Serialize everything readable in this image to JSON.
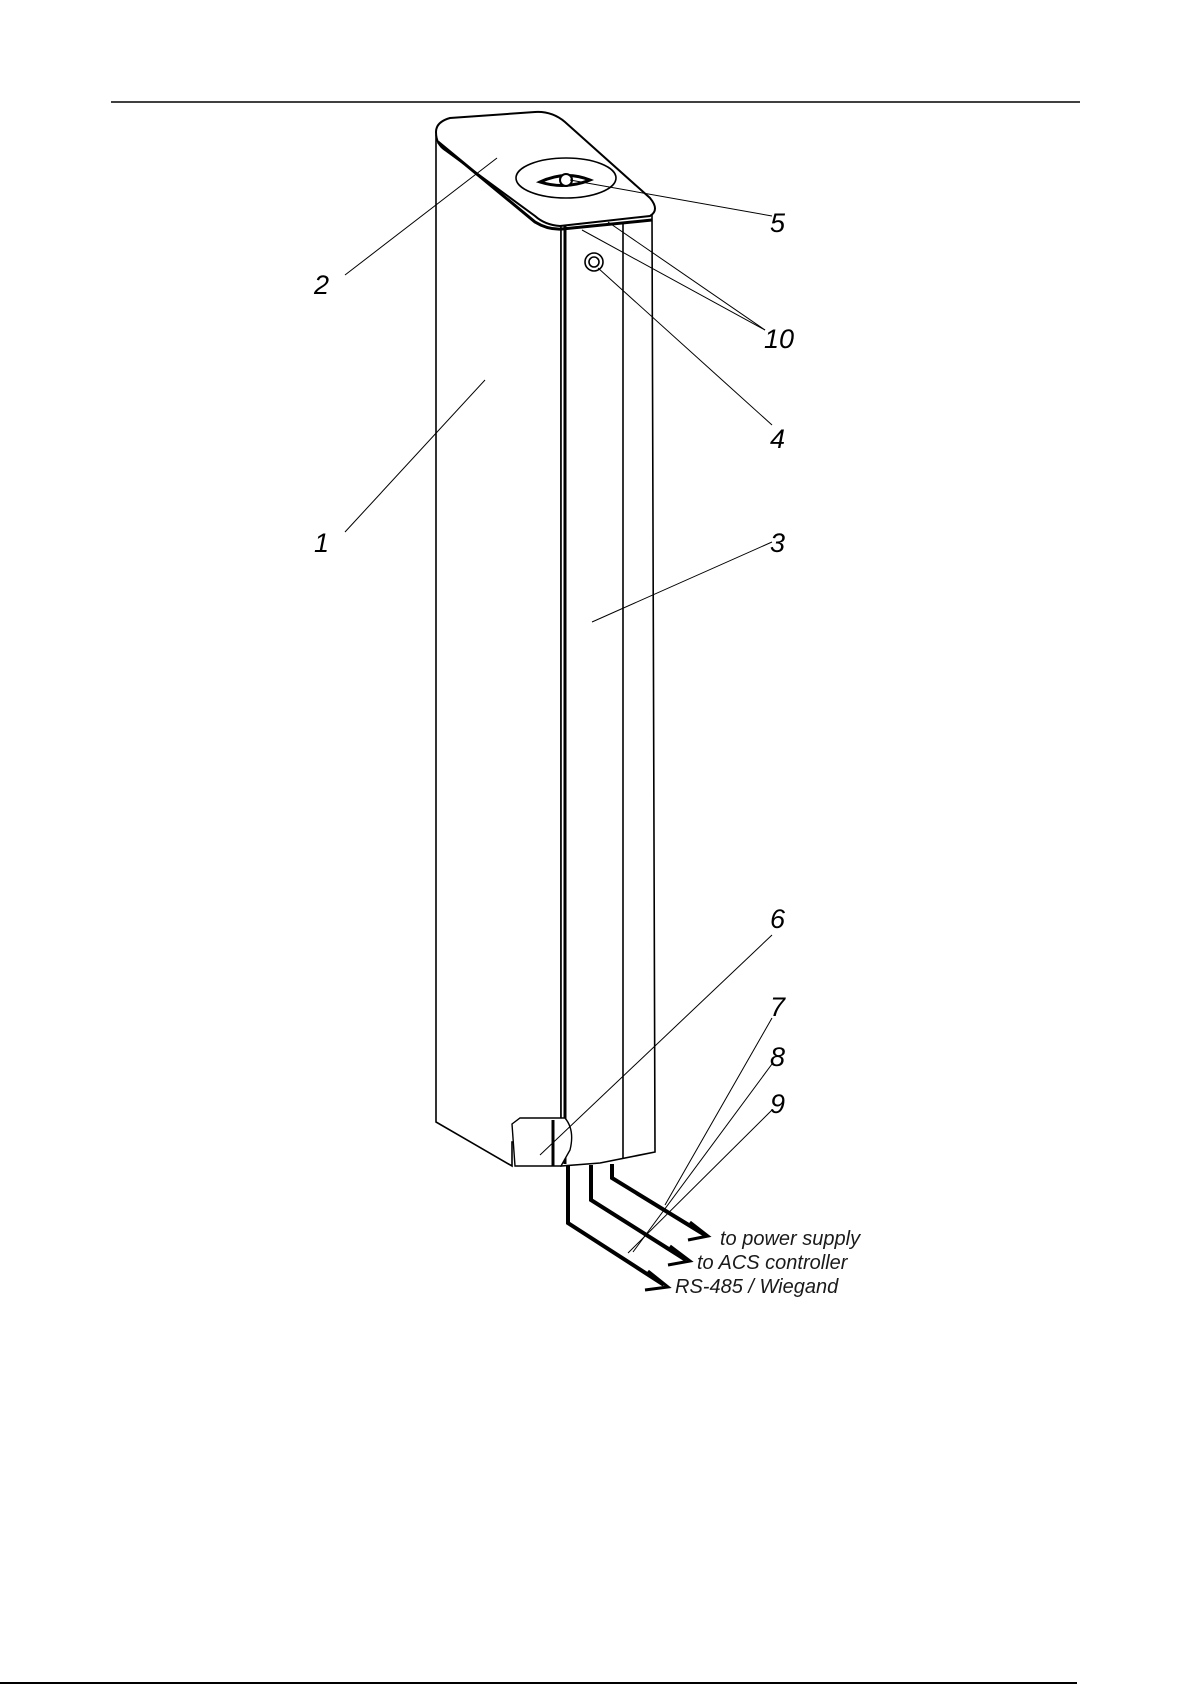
{
  "callouts": [
    "1",
    "2",
    "3",
    "4",
    "5",
    "6",
    "7",
    "8",
    "9",
    "10"
  ],
  "connections": {
    "power": "to power supply",
    "acs": "to ACS controller",
    "interface": "RS-485 / Wiegand"
  }
}
